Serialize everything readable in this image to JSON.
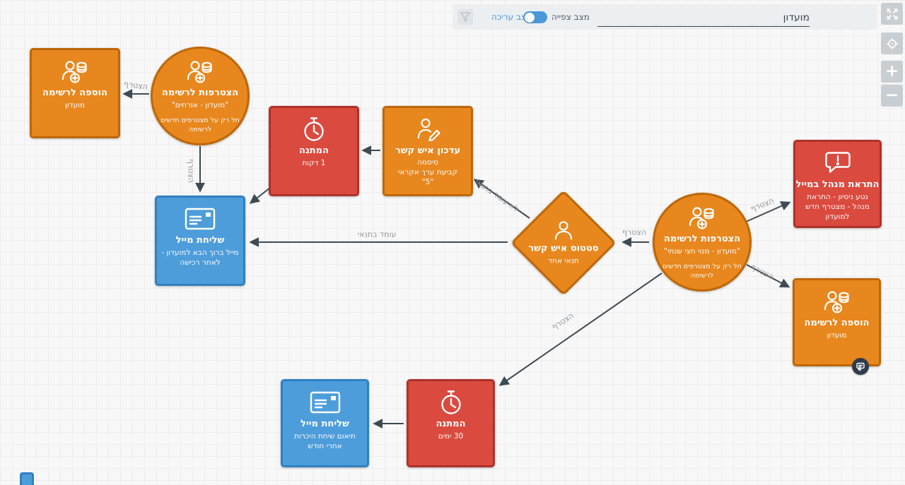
{
  "toolbar": {
    "automation_name": "מועדון",
    "view_mode": "מצב צפייה",
    "edit_mode": "מצב עריכה"
  },
  "canvas_controls": {
    "zoom_in": "+",
    "zoom_out": "−"
  },
  "nodes": {
    "add_to_list_left": {
      "title": "הוספה לרשימה",
      "subtitle": "מועדון"
    },
    "join_guests": {
      "title": "הצטרפות לרשימה",
      "subtitle": "\"מועדון - אורחים\"",
      "note": "חל רק על מצטרפים חדשים לרשימה"
    },
    "wait_minutes": {
      "title": "המתנה",
      "subtitle": "1 דקות"
    },
    "update_contact": {
      "title": "עדכון איש קשר",
      "field": "סיסמה",
      "action": "קביעת ערך אקראי",
      "value": "\"5\""
    },
    "send_welcome_mail": {
      "title": "שליחת מייל",
      "subtitle": "מייל ברוך הבא למועדון - לאחר רכישה"
    },
    "contact_status": {
      "title": "סטטוס איש קשר",
      "subtitle": "תנאי אחד"
    },
    "join_semiannual": {
      "title": "הצטרפות לרשימה",
      "subtitle": "\"מועדון - מנוי חצי שנתי\"",
      "note": "חל רק על מצטרפים חדשים לרשימה"
    },
    "admin_alert": {
      "title": "התראת מנהל במייל",
      "subtitle": "נטע ניסיון - התראת מנהל - מצטרף חדש למועדון"
    },
    "add_to_list_right": {
      "title": "הוספה לרשימה",
      "subtitle": "מועדון"
    },
    "wait_days": {
      "title": "המתנה",
      "subtitle": "30 ימים"
    },
    "send_intro_mail": {
      "title": "שליחת מייל",
      "subtitle": "תיאום שיחת היכרות אחרי חודש"
    }
  },
  "edge_labels": {
    "joined_to_add_left": "הצטרף",
    "joined_to_welcome": "הצטרף",
    "condition_not_met": "לא עומד בתנאי",
    "condition_met": "עומד בתנאי",
    "joined_to_status": "הצטרף",
    "joined_to_alert": "הצטרף",
    "joined_to_add_right": "הצטרף",
    "joined_to_wait": "הצטרף"
  },
  "colors": {
    "action_orange": "#E8871E",
    "wait_red": "#DB4A3F",
    "mail_blue": "#4D9DDB",
    "edge": "#3E4A54",
    "accent_blue": "#4A98D9"
  }
}
